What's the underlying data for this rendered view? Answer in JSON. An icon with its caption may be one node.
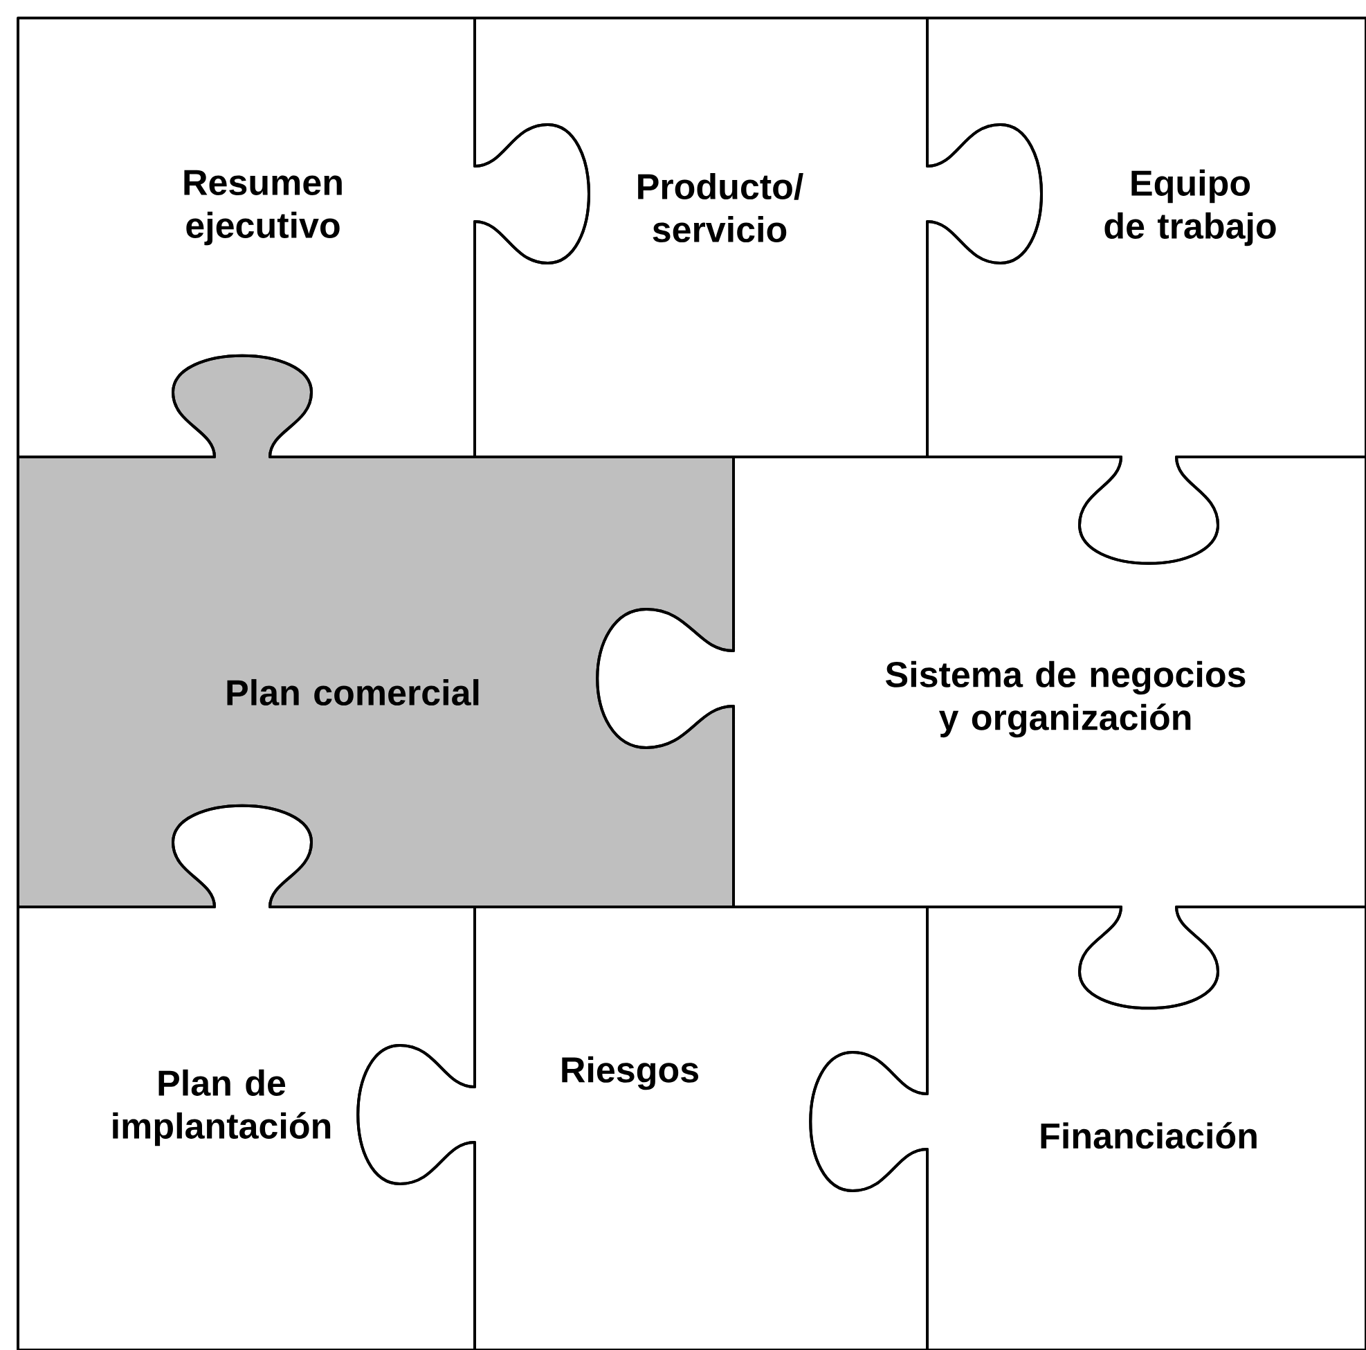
{
  "diagram": {
    "nodes": [
      {
        "text": [
          "Resumen ejecutivo"
        ]
      },
      {
        "text": [
          "Producto/ servicio"
        ]
      },
      {
        "text": [
          "Equipo de trabajo"
        ]
      },
      {
        "text": [
          "Plan comercial"
        ]
      },
      {
        "text": [
          "Sistema de negocios y organización"
        ]
      },
      {
        "text": [
          "Plan de implantación"
        ]
      },
      {
        "text": [
          "Riesgos"
        ]
      },
      {
        "text": [
          "Financiación"
        ]
      }
    ]
  }
}
